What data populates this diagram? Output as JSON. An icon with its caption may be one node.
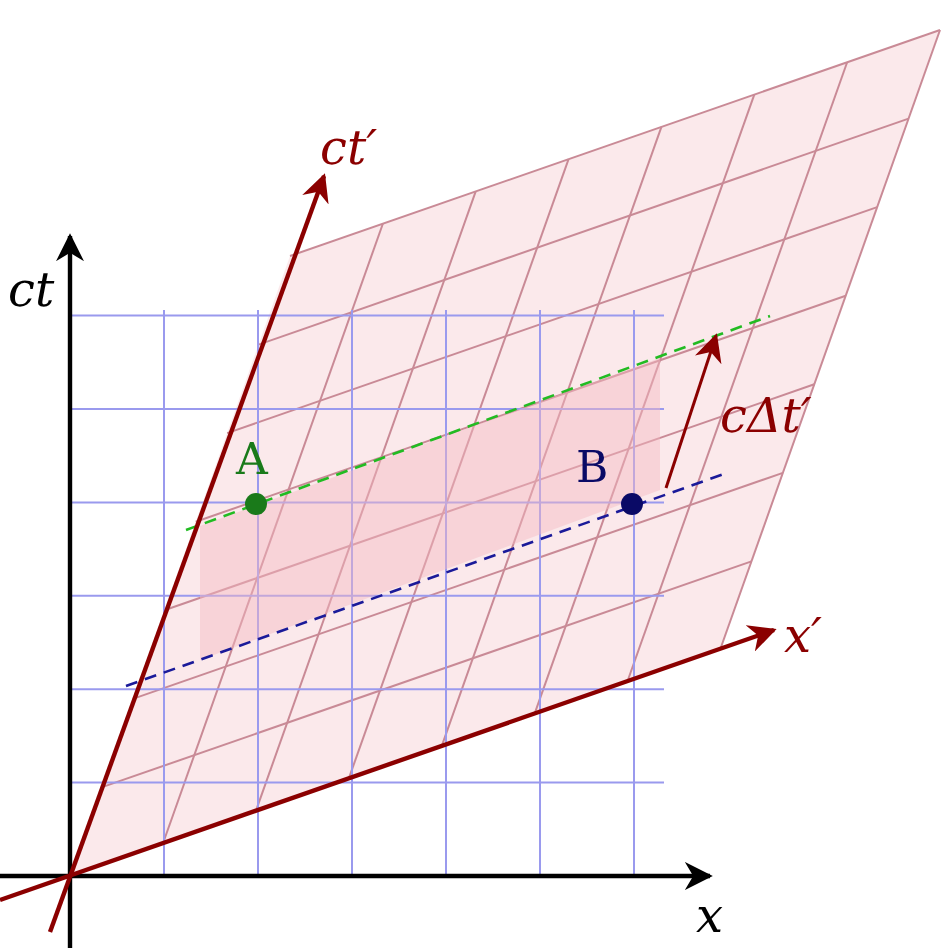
{
  "diagram": {
    "nodes": [
      {
        "text": [
          "A"
        ]
      },
      {
        "text": [
          "B"
        ]
      }
    ],
    "labels": [
      "ct′",
      "ct",
      "cΔt′",
      "x′",
      "x"
    ]
  }
}
